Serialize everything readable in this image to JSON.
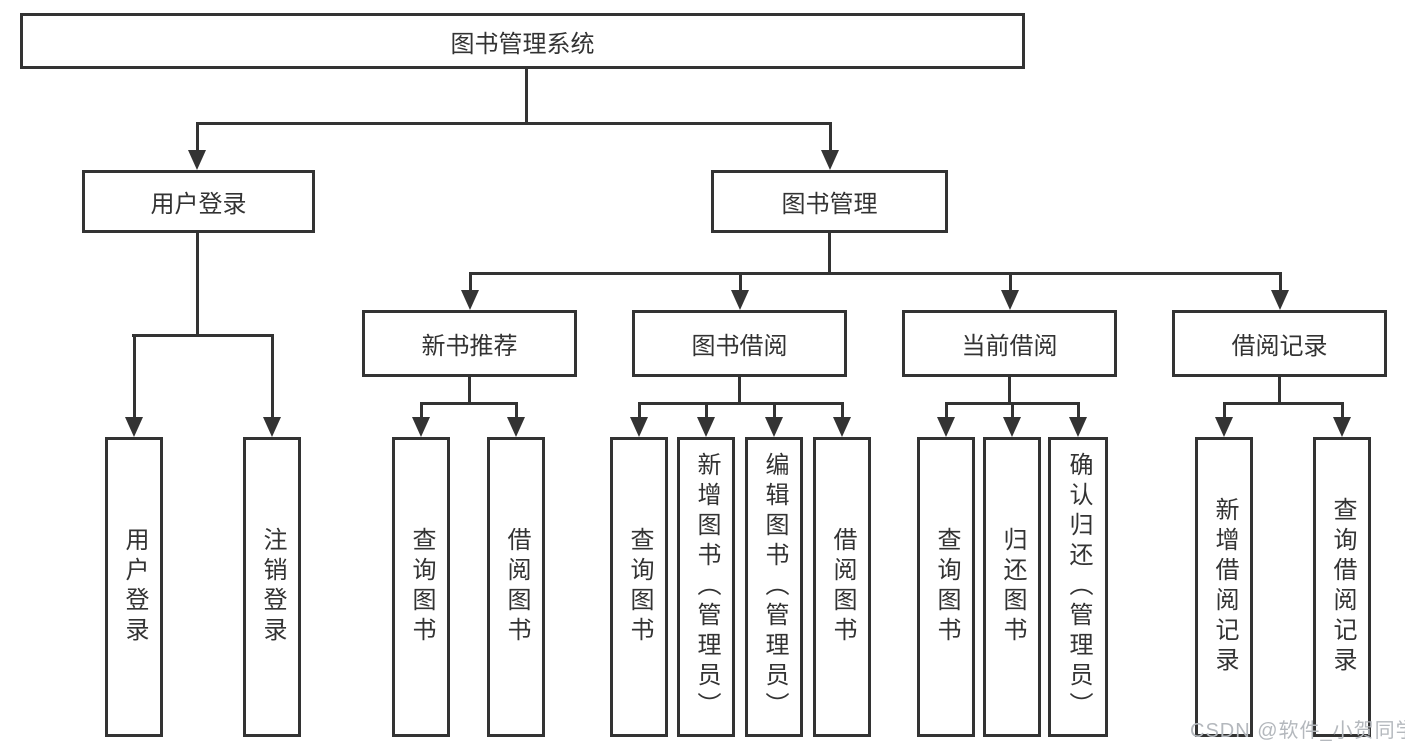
{
  "diagram": {
    "root": {
      "label": "图书管理系统"
    },
    "level1": [
      {
        "label": "用户登录"
      },
      {
        "label": "图书管理"
      }
    ],
    "level2": [
      {
        "label": "新书推荐"
      },
      {
        "label": "图书借阅"
      },
      {
        "label": "当前借阅"
      },
      {
        "label": "借阅记录"
      }
    ],
    "leaves": [
      {
        "label": "用户登录"
      },
      {
        "label": "注销登录"
      },
      {
        "label": "查询图书"
      },
      {
        "label": "借阅图书"
      },
      {
        "label": "查询图书"
      },
      {
        "label": "新增图书（管理员）"
      },
      {
        "label": "编辑图书（管理员）"
      },
      {
        "label": "借阅图书"
      },
      {
        "label": "查询图书"
      },
      {
        "label": "归还图书"
      },
      {
        "label": "确认归还（管理员）"
      },
      {
        "label": "新增借阅记录"
      },
      {
        "label": "查询借阅记录"
      }
    ]
  },
  "watermark": {
    "text": "CSDN @软件_小贺同学"
  },
  "colors": {
    "line": "#333333",
    "text": "#333333",
    "background": "#ffffff",
    "watermark": "#b4b8bd"
  }
}
